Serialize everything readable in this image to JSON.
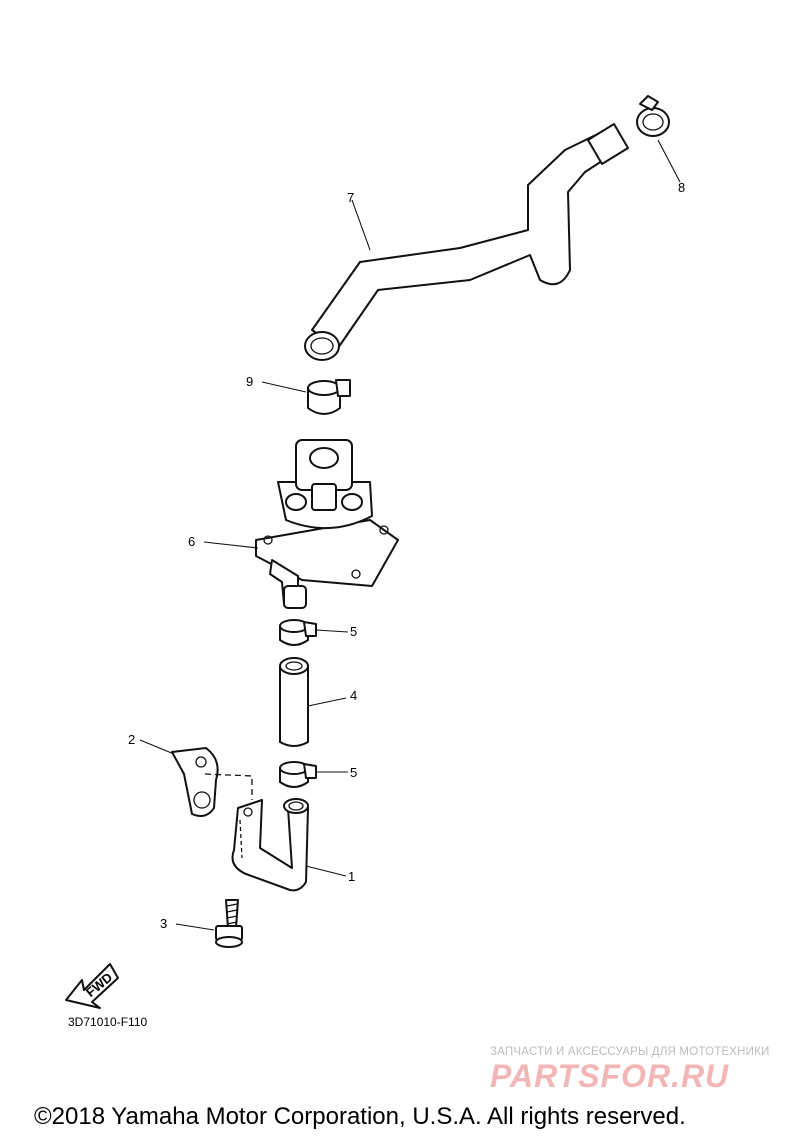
{
  "callouts": [
    {
      "id": "1",
      "label": "1"
    },
    {
      "id": "2",
      "label": "2"
    },
    {
      "id": "3",
      "label": "3"
    },
    {
      "id": "4",
      "label": "4"
    },
    {
      "id": "5a",
      "label": "5"
    },
    {
      "id": "5b",
      "label": "5"
    },
    {
      "id": "6",
      "label": "6"
    },
    {
      "id": "7",
      "label": "7"
    },
    {
      "id": "8",
      "label": "8"
    },
    {
      "id": "9",
      "label": "9"
    }
  ],
  "fwd_label": "FWD",
  "diagram_code": "3D71010-F110",
  "watermark": {
    "tagline": "ЗАПЧАСТИ И АКСЕССУАРЫ ДЛЯ МОТОТЕХНИКИ",
    "logo": "PARTSFOR.RU"
  },
  "copyright": "©2018 Yamaha Motor Corporation, U.S.A. All rights reserved."
}
